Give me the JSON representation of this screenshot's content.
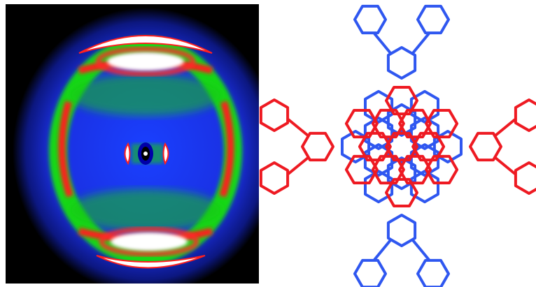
{
  "figure": {
    "panels": [
      {
        "kind": "x-ray-diffraction-pattern",
        "colors": {
          "background": "#000000",
          "halo": "#1e2fff",
          "ring": "#14d414",
          "arc": "#ff1e1e",
          "peak": "#ffffff",
          "beamstop": "#0000a8"
        }
      },
      {
        "kind": "overlaid-molecular-structures",
        "molecules": [
          {
            "name_hint": "molecule-blue",
            "color": "#2f57f0"
          },
          {
            "name_hint": "molecule-red",
            "color": "#ee1a22"
          }
        ]
      }
    ]
  }
}
